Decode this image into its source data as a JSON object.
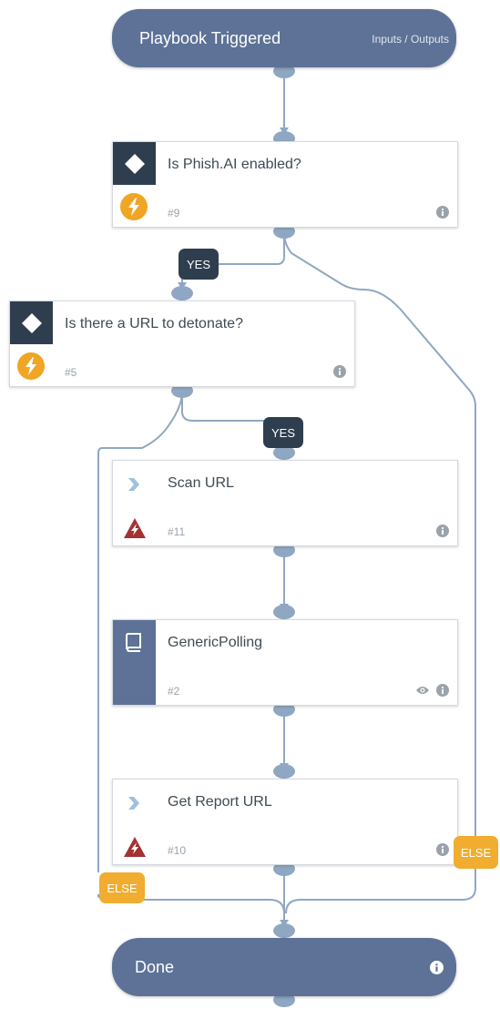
{
  "start": {
    "title": "Playbook Triggered",
    "sub": "Inputs / Outputs"
  },
  "tasks": [
    {
      "name": "Is Phish.AI enabled?",
      "num": "#9"
    },
    {
      "name": "Is there a URL to detonate?",
      "num": "#5"
    },
    {
      "name": "Scan URL",
      "num": "#11"
    },
    {
      "name": "GenericPolling",
      "num": "#2"
    },
    {
      "name": "Get Report URL",
      "num": "#10"
    }
  ],
  "end": {
    "title": "Done"
  },
  "tags": {
    "yes": "YES",
    "else": "ELSE"
  },
  "colors": {
    "pill": "#5d7296",
    "dark": "#2f3e4e",
    "bolt": "#f0a525",
    "warning": "#a33232",
    "else": "#f0ad30",
    "line": "#8fa7c2"
  },
  "icons": [
    "diamond-icon",
    "bolt-icon",
    "chevron-icon",
    "warning-icon",
    "book-icon",
    "info-icon",
    "eye-icon"
  ]
}
